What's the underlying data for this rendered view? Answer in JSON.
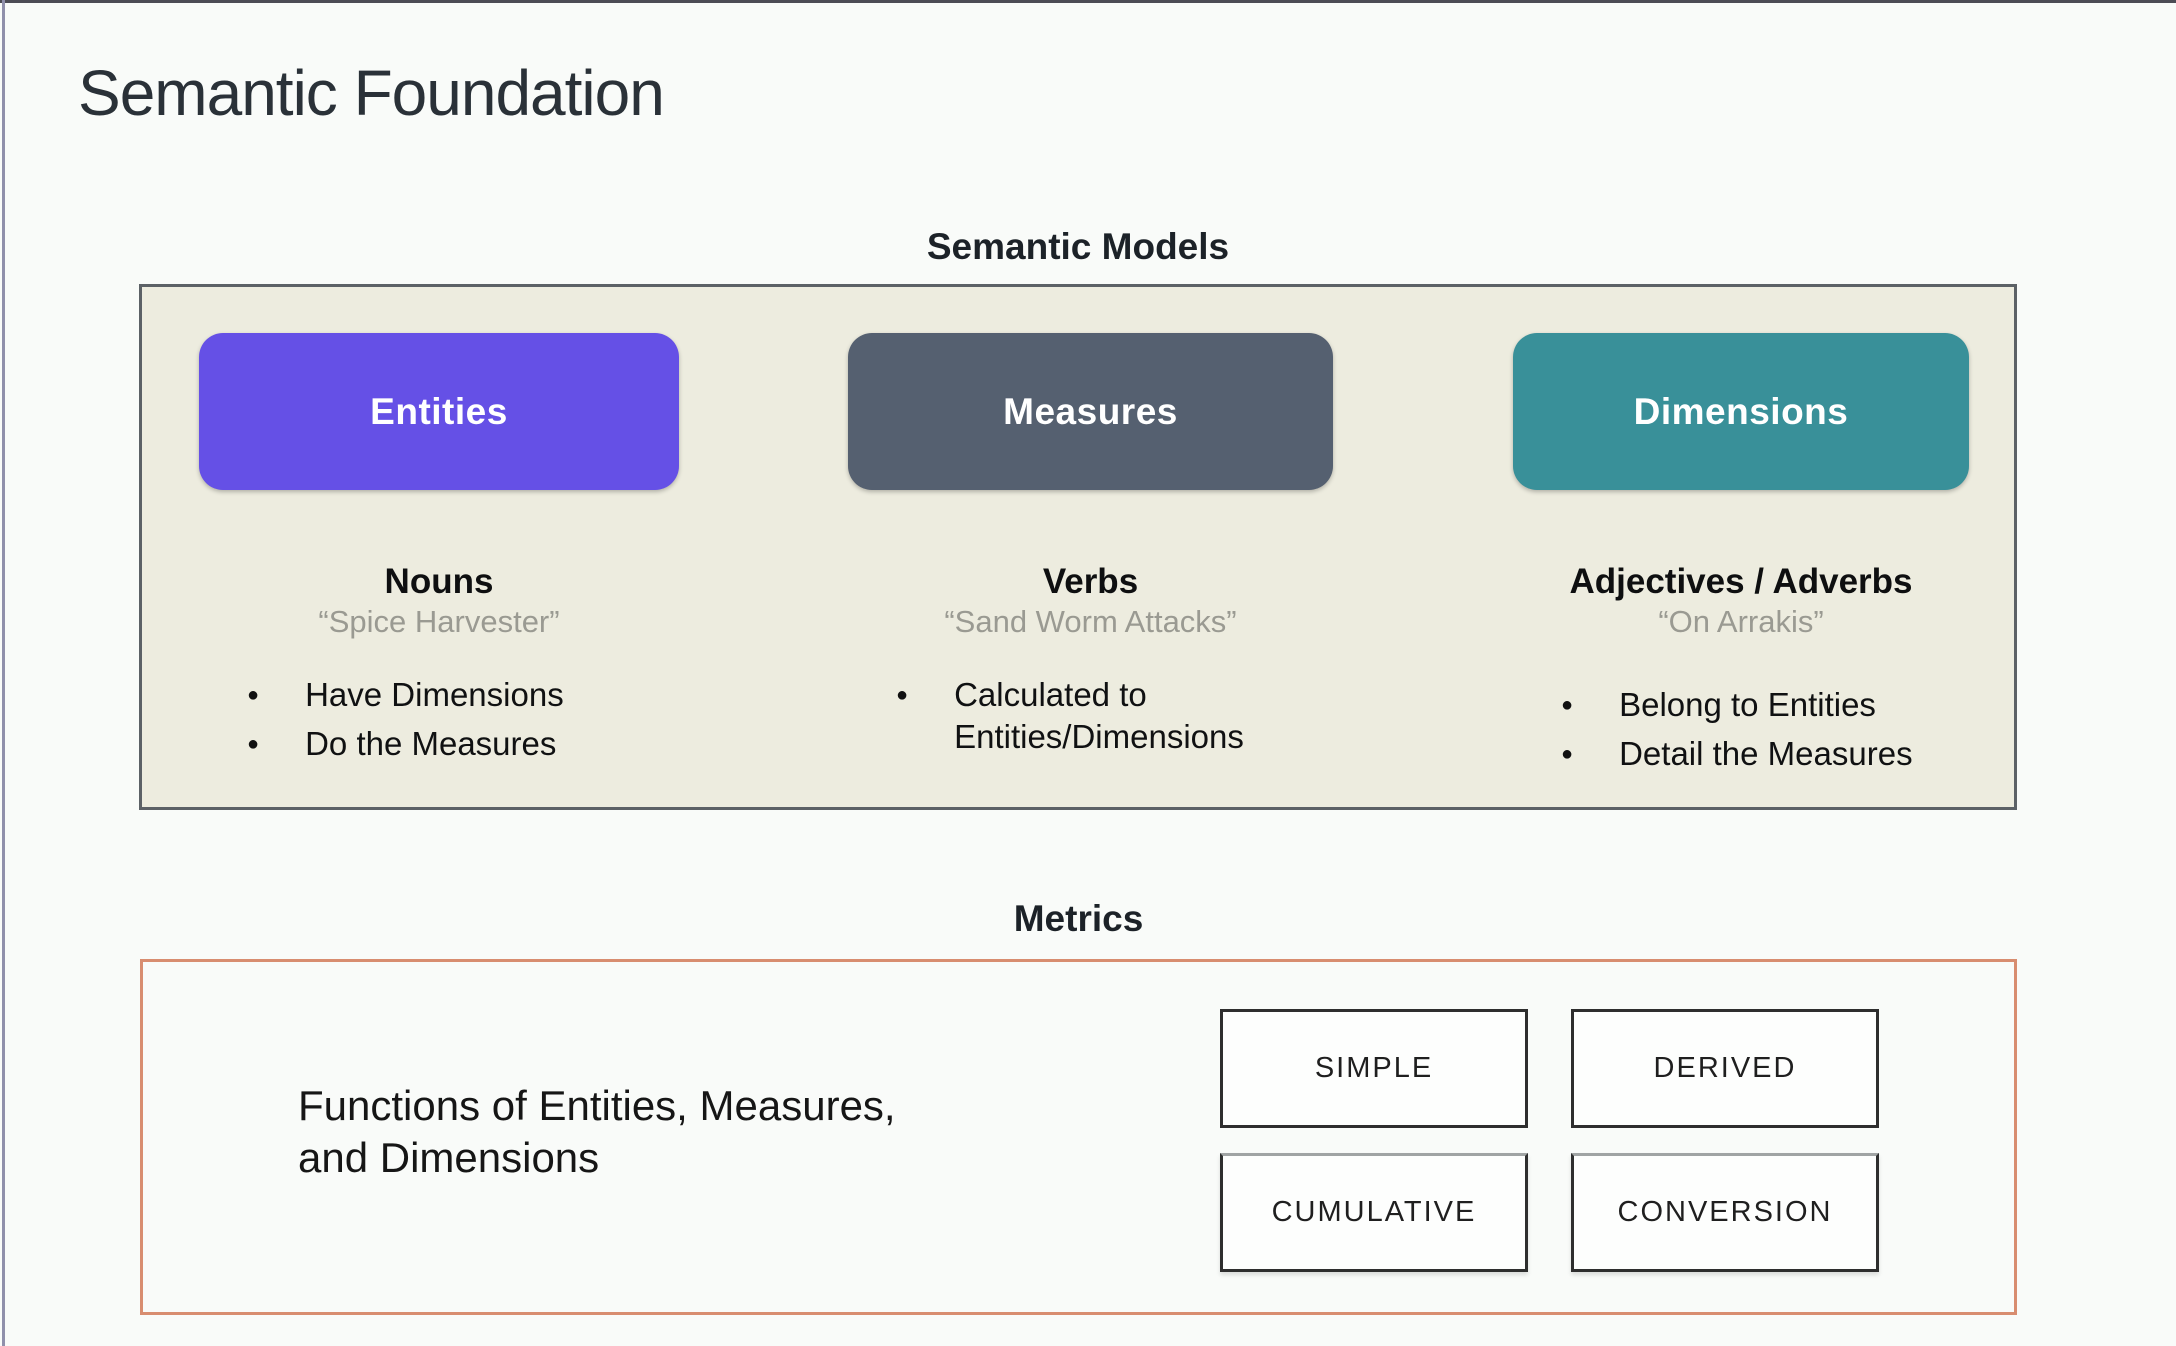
{
  "page": {
    "title": "Semantic Foundation"
  },
  "colors": {
    "entities_purple": "#6550e6",
    "measures_slate": "#556070",
    "dimensions_teal": "#399099",
    "panel_beige": "#edecdf",
    "panel_border_gray": "#5c6166",
    "metrics_border_orange": "#d88d70"
  },
  "semantic_models": {
    "label": "Semantic Models",
    "columns": [
      {
        "button": "Entities",
        "heading": "Nouns",
        "quote": "“Spice Harvester”",
        "bullets": [
          "Have Dimensions",
          "Do the Measures"
        ]
      },
      {
        "button": "Measures",
        "heading": "Verbs",
        "quote": "“Sand Worm Attacks”",
        "bullets": [
          "Calculated to Entities/Dimensions"
        ]
      },
      {
        "button": "Dimensions",
        "heading": "Adjectives / Adverbs",
        "quote": "“On Arrakis”",
        "bullets": [
          "Belong to Entities",
          "Detail the Measures"
        ]
      }
    ]
  },
  "metrics": {
    "label": "Metrics",
    "description": "Functions of Entities, Measures, and Dimensions",
    "types": [
      "SIMPLE",
      "DERIVED",
      "CUMULATIVE",
      "CONVERSION"
    ]
  }
}
